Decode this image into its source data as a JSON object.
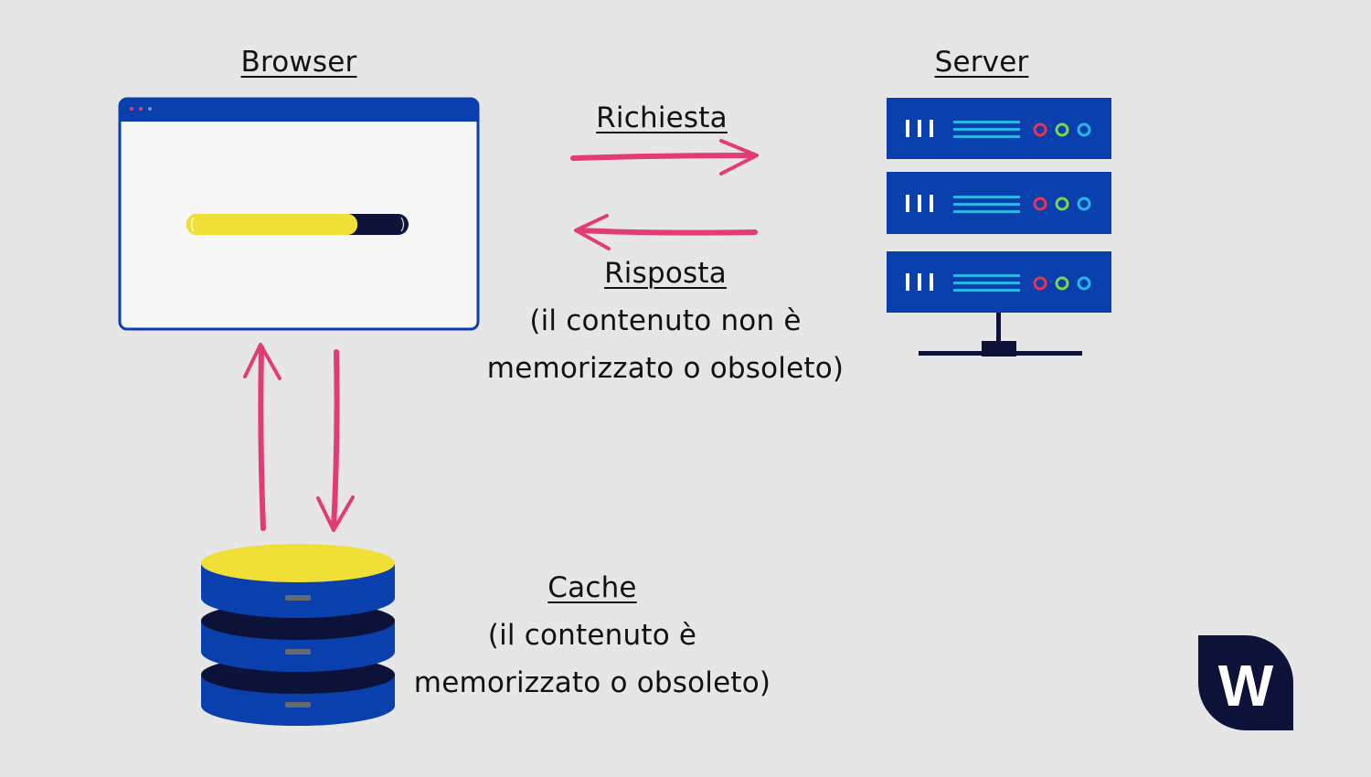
{
  "browser": {
    "title": "Browser",
    "loading_progress": 0.77
  },
  "server": {
    "title": "Server"
  },
  "request": {
    "title": "Richiesta"
  },
  "response": {
    "title": "Risposta",
    "line1": "(il contenuto non è",
    "line2": "memorizzato o obsoleto)"
  },
  "cache": {
    "title": "Cache",
    "line1": "(il contenuto è",
    "line2": "memorizzato o obsoleto)"
  },
  "colors": {
    "background": "#e6e6e6",
    "brand_blue": "#0a3fae",
    "arrow_pink": "#e23c75",
    "yellow": "#f0df36",
    "navy": "#0c1238",
    "server_line": "#29b6e6",
    "led_red": "#e8344f",
    "led_green": "#7ed34b",
    "led_cyan": "#29b6e6"
  },
  "logo": {
    "letter": "W"
  }
}
